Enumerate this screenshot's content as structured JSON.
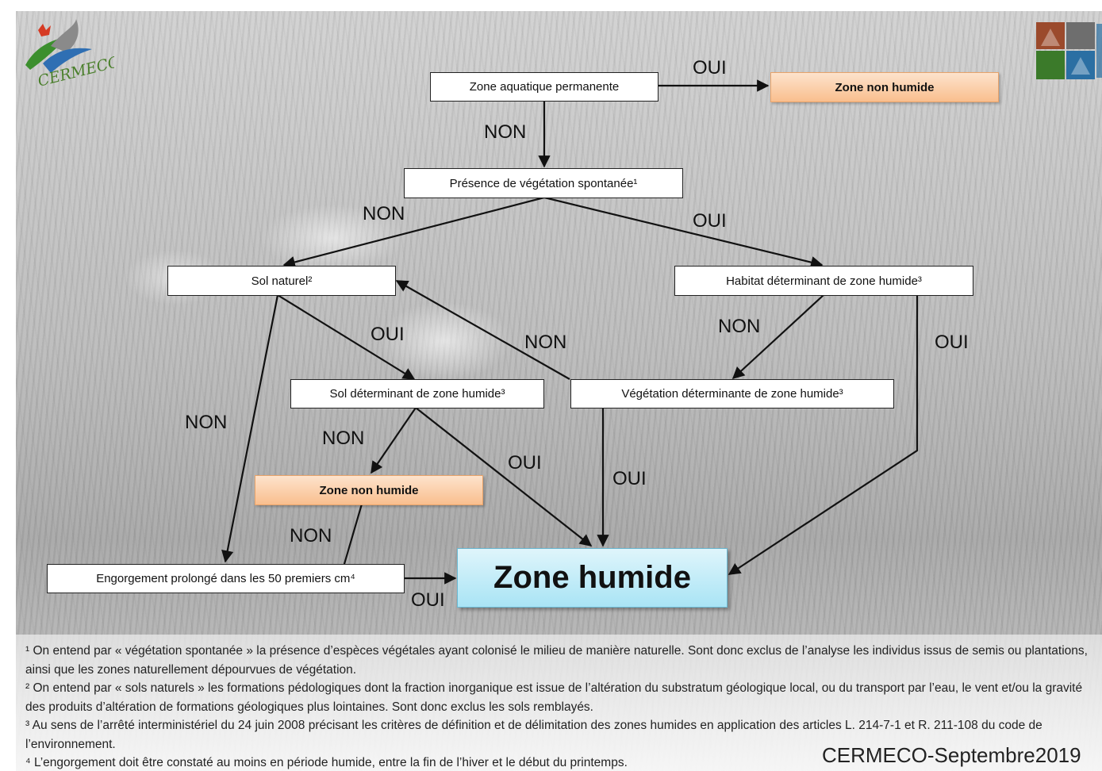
{
  "logo_left": {
    "text": "CERMECO"
  },
  "nodes": {
    "zone_aquatique": "Zone aquatique permanente",
    "zone_non_humide_top": "Zone non humide",
    "presence_vegetation": "Présence de végétation spontanée¹",
    "sol_naturel": "Sol naturel²",
    "habitat_determinant": "Habitat déterminant de zone humide³",
    "sol_determinant": "Sol déterminant de zone humide³",
    "vegetation_determinante": "Végétation déterminante de zone humide³",
    "zone_non_humide_mid": "Zone non humide",
    "engorgement": "Engorgement prolongé dans les 50 premiers cm⁴",
    "zone_humide": "Zone humide"
  },
  "edge_labels": {
    "oui": "OUI",
    "non": "NON"
  },
  "footnotes": [
    "¹ On entend par « végétation spontanée » la présence d’espèces végétales ayant colonisé le milieu de manière naturelle. Sont donc exclus de l’analyse les individus issus de semis ou plantations, ainsi que les zones naturellement dépourvues de végétation.",
    "² On entend par « sols naturels » les formations pédologiques dont la fraction inorganique est issue de l’altération du substratum géologique local, ou du transport par l’eau, le vent et/ou la gravité des produits d’altération de formations géologiques plus lointaines. Sont donc exclus les sols remblayés.",
    "³ Au sens de l’arrêté interministériel du 24 juin 2008 précisant les critères de définition et de délimitation des zones humides en application des articles L. 214-7-1 et R. 211-108 du code de l’environnement.",
    "⁴ L’engorgement doit être constaté au moins en période humide, entre la fin de l’hiver et le début du printemps."
  ],
  "credit": "CERMECO-Septembre2019",
  "colors": {
    "orange_box": "#f9bf8e",
    "blue_box": "#a9e4f5",
    "arrow": "#111111"
  }
}
